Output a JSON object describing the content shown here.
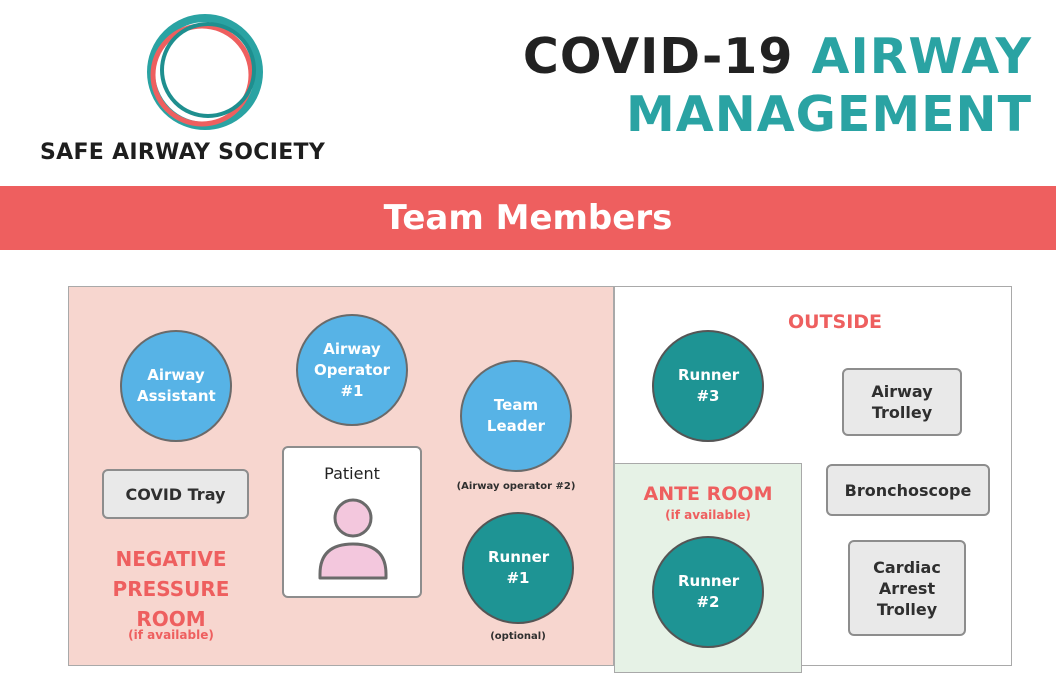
{
  "header": {
    "org_name": "SAFE AIRWAY SOCIETY",
    "title_part1": "COVID-19",
    "title_part2": "AIRWAY",
    "title_line2": "MANAGEMENT"
  },
  "banner": {
    "text": "Team Members"
  },
  "rooms": {
    "negative": {
      "line1": "NEGATIVE",
      "line2": "PRESSURE",
      "line3": "ROOM",
      "note": "(if available)"
    },
    "ante": {
      "title": "ANTE ROOM",
      "note": "(if available)"
    },
    "outside": {
      "title": "OUTSIDE"
    }
  },
  "people": {
    "airway_assistant": "Airway Assistant",
    "airway_operator": "Airway Operator #1",
    "team_leader": "Team Leader",
    "team_leader_note": "(Airway operator #2)",
    "runner1": "Runner #1",
    "runner1_note": "(optional)",
    "runner2": "Runner #2",
    "runner3": "Runner #3"
  },
  "equipment": {
    "covid_tray": "COVID Tray",
    "patient": "Patient",
    "airway_trolley": "Airway Trolley",
    "bronchoscope": "Bronchoscope",
    "cardiac_arrest_trolley": "Cardiac Arrest Trolley"
  },
  "colors": {
    "accent_red": "#ee5f5f",
    "teal": "#2aa3a3",
    "person_blue": "#57b3e6",
    "person_teal": "#1e9494"
  },
  "icons": {
    "logo": "logo-ring-icon",
    "patient": "person-icon"
  }
}
